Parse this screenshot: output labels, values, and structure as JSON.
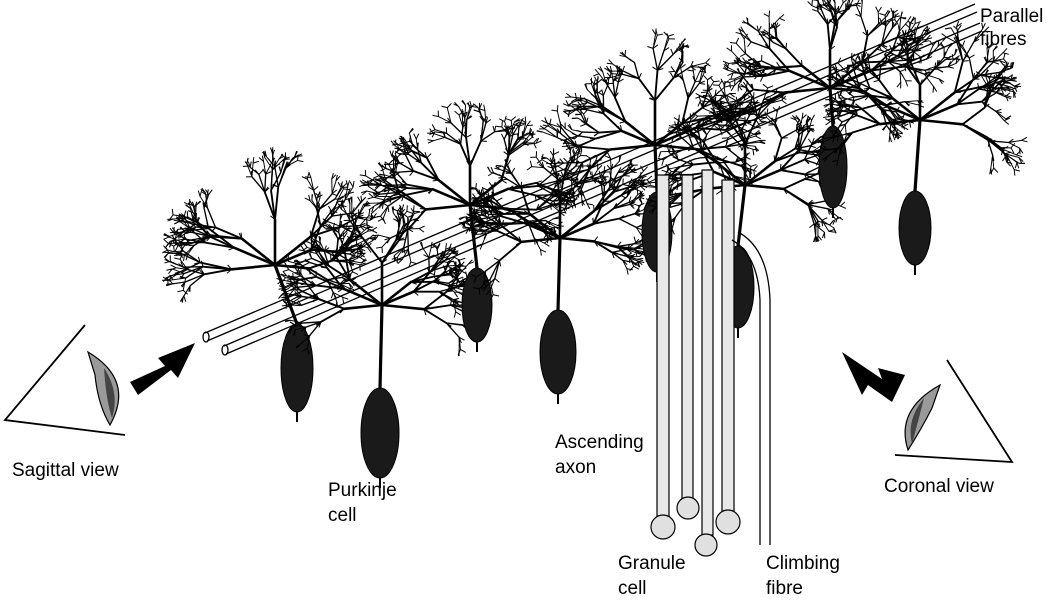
{
  "labels": {
    "parallel_fibres": [
      "Parallel",
      "fibres"
    ],
    "sagittal_view": "Sagittal view",
    "coronal_view": "Coronal view",
    "purkinje_cell": [
      "Purkinje",
      "cell"
    ],
    "ascending_axon": [
      "Ascending",
      "axon"
    ],
    "granule_cell": [
      "Granule",
      "cell"
    ],
    "climbing_fibre": [
      "Climbing",
      "fibre"
    ]
  },
  "colors": {
    "ink": "#000000",
    "soma": "#1a1a1a",
    "axon_fill": "#e8e8e8",
    "granule_fill": "#e0e0e0",
    "eye_iris": "#9a9a9a"
  }
}
